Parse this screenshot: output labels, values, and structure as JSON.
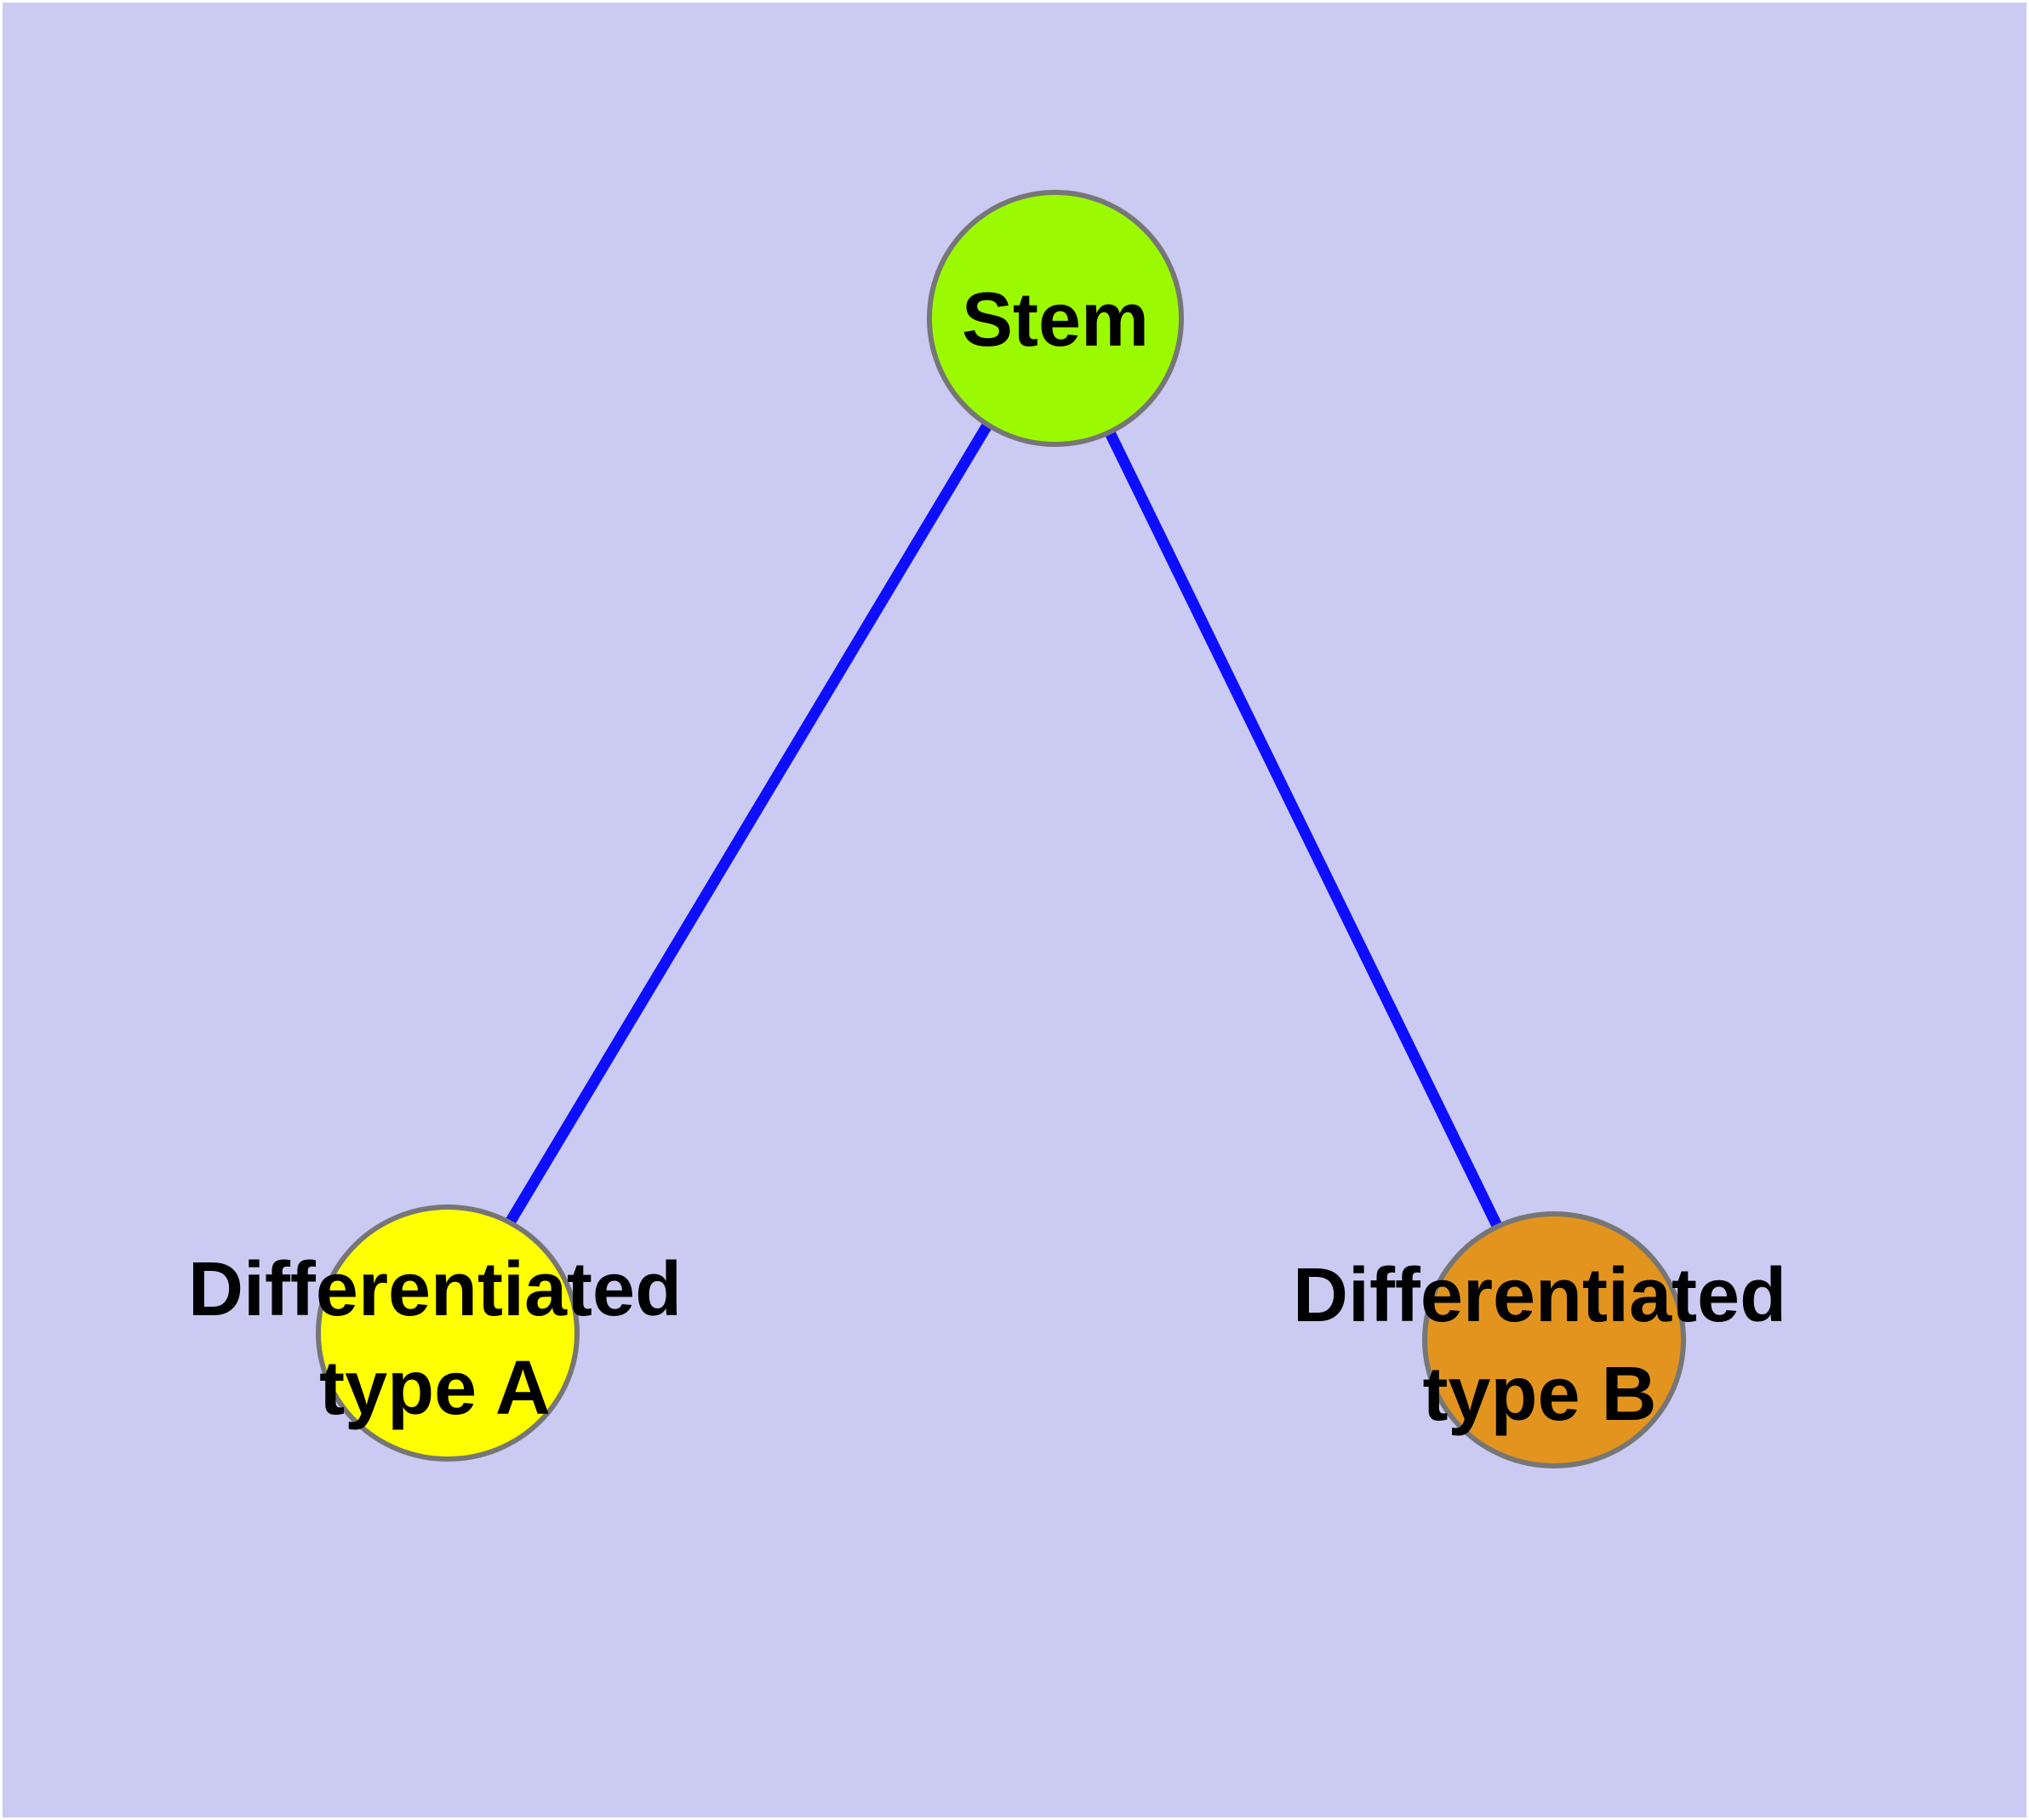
{
  "diagram": {
    "type": "node-link-graph",
    "background_color": "#cacaf2",
    "frame_color": "#ffffff",
    "edge_color": "#0d0dff",
    "node_border_color": "#767676",
    "text_color": "#000000",
    "nodes": [
      {
        "id": "stem",
        "label": "Stem",
        "color": "#9bfa00"
      },
      {
        "id": "type-a",
        "label": "Differentiated\ntype A",
        "color": "#ffff00"
      },
      {
        "id": "type-b",
        "label": "Differentiated\ntype B",
        "color": "#e2941f"
      }
    ],
    "edges": [
      {
        "from": "stem",
        "to": "type-a"
      },
      {
        "from": "stem",
        "to": "type-b"
      }
    ]
  }
}
